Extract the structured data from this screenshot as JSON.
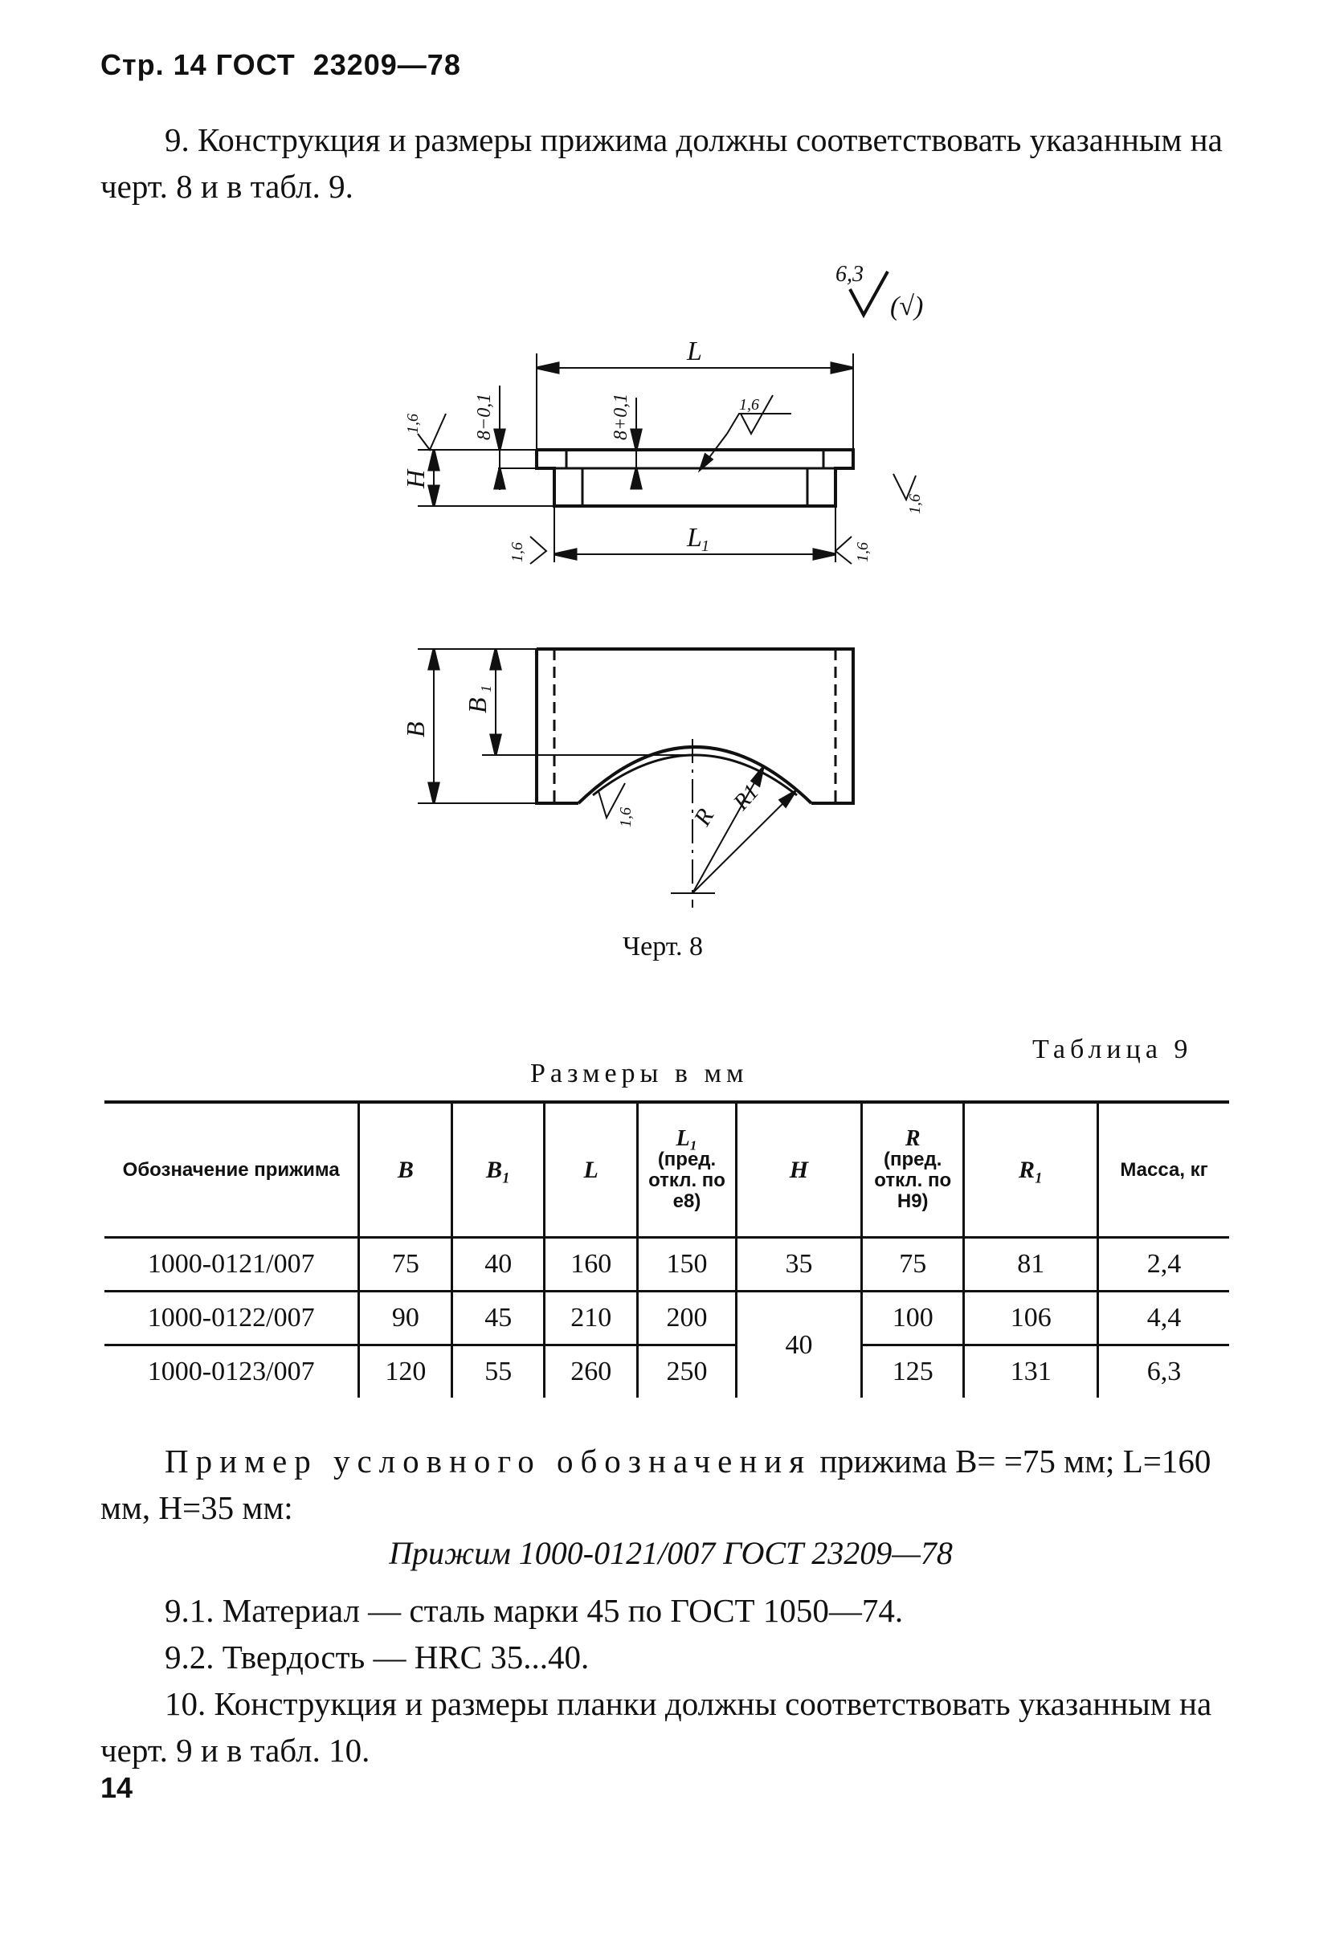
{
  "header": {
    "text": "Стр. 14 ГОСТ  23209—78"
  },
  "paragraph_9": "9. Конструкция и размеры прижима должны соответствовать указанным на черт. 8 и в табл. 9.",
  "drawing": {
    "roughness_value": "6,3",
    "roughness_paren": "(√)",
    "dim_L": "L",
    "dim_L1": "L",
    "dim_L1_sub": "1",
    "dim_H": "H",
    "dim_B": "B",
    "dim_B1": "B",
    "dim_B1_sub": "1",
    "dim_8_minus": "8−0,1",
    "dim_8_plus": "8+0,1",
    "dim_R": "R",
    "dim_R1": "R1",
    "rough_1_6": "1,6"
  },
  "caption": "Черт. 8",
  "table_label": "Таблица 9",
  "units_label": "Размеры в мм",
  "table": {
    "headers": {
      "designation": "Обозначение прижима",
      "B": "B",
      "B1": "B₁",
      "L": "L",
      "L1_sym": "L₁",
      "L1_note": "(пред. откл. по e8)",
      "H": "H",
      "R_sym": "R",
      "R_note": "(пред. откл. по H9)",
      "R1": "R₁",
      "mass": "Масса, кг"
    },
    "rows": [
      {
        "designation": "1000-0121/007",
        "B": "75",
        "B1": "40",
        "L": "160",
        "L1": "150",
        "H": "35",
        "R": "75",
        "R1": "81",
        "mass": "2,4"
      },
      {
        "designation": "1000-0122/007",
        "B": "90",
        "B1": "45",
        "L": "210",
        "L1": "200",
        "H": "40",
        "R": "100",
        "R1": "106",
        "mass": "4,4"
      },
      {
        "designation": "1000-0123/007",
        "B": "120",
        "B1": "55",
        "L": "260",
        "L1": "250",
        "R": "125",
        "R1": "131",
        "mass": "6,3"
      }
    ]
  },
  "example": {
    "lead": "Пример условного обозначения",
    "rest": " прижима B= =75 мм; L=160 мм, H=35 мм:",
    "designation": "Прижим 1000-0121/007 ГОСТ 23209—78"
  },
  "p_9_1": "9.1. Материал — сталь марки 45 по ГОСТ 1050—74.",
  "p_9_2": "9.2. Твердость — HRC 35...40.",
  "paragraph_10": "10. Конструкция и размеры планки должны соответствовать указанным на черт. 9 и в табл. 10.",
  "page_number": "14"
}
